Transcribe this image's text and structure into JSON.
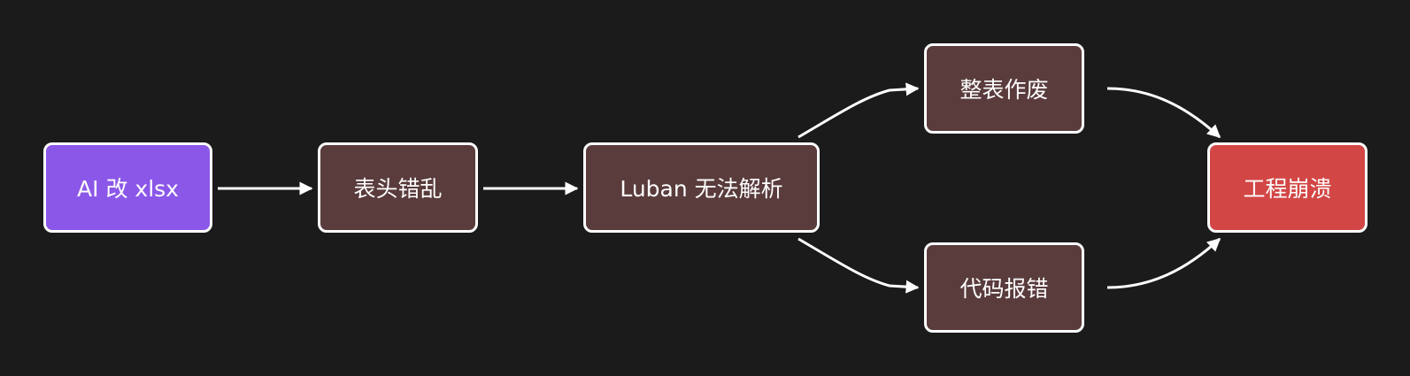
{
  "colors": {
    "background": "#1b1b1b",
    "start_node": "#8b57e8",
    "step_node": "#5a3c3d",
    "end_node": "#d24745",
    "stroke": "#ffffff"
  },
  "nodes": {
    "ai_edit": {
      "label": "AI 改 xlsx"
    },
    "header_chaos": {
      "label": "表头错乱"
    },
    "luban_fail": {
      "label": "Luban 无法解析"
    },
    "sheet_void": {
      "label": "整表作废"
    },
    "code_error": {
      "label": "代码报错"
    },
    "project_crash": {
      "label": "工程崩溃"
    }
  },
  "edges": [
    {
      "from": "ai_edit",
      "to": "header_chaos"
    },
    {
      "from": "header_chaos",
      "to": "luban_fail"
    },
    {
      "from": "luban_fail",
      "to": "sheet_void"
    },
    {
      "from": "luban_fail",
      "to": "code_error"
    },
    {
      "from": "sheet_void",
      "to": "project_crash"
    },
    {
      "from": "code_error",
      "to": "project_crash"
    }
  ]
}
